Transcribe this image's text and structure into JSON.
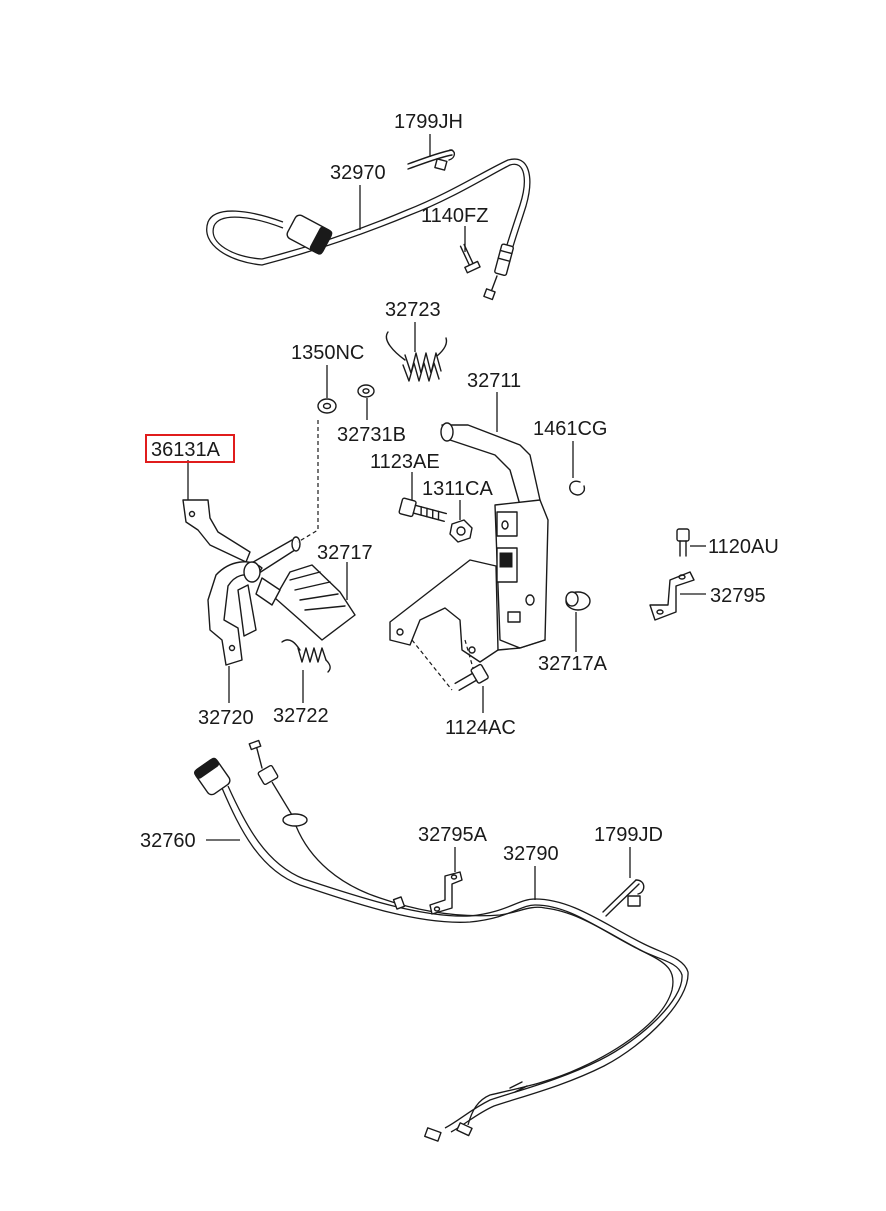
{
  "diagram": {
    "highlight_color": "#e01c1c",
    "labels": {
      "p1799JH": "1799JH",
      "p32970": "32970",
      "p1140FZ": "1140FZ",
      "p32723": "32723",
      "p1350NC": "1350NC",
      "p32711": "32711",
      "p32731B": "32731B",
      "p1461CG": "1461CG",
      "p36131A": "36131A",
      "p1123AE": "1123AE",
      "p1311CA": "1311CA",
      "p1120AU": "1120AU",
      "p32717": "32717",
      "p32795": "32795",
      "p32717A": "32717A",
      "p32720": "32720",
      "p32722": "32722",
      "p1124AC": "1124AC",
      "p32760": "32760",
      "p32795A": "32795A",
      "p1799JD": "1799JD",
      "p32790": "32790"
    }
  }
}
